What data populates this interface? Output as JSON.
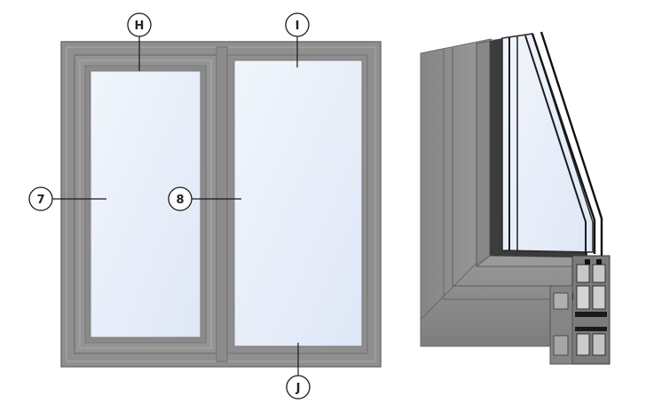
{
  "callouts": {
    "h": "H",
    "i": "I",
    "seven": "7",
    "eight": "8",
    "j": "J"
  },
  "colors": {
    "frame": "#8f8f8f",
    "frame_dark": "#6e6e6e",
    "frame_light": "#a9a9a9",
    "glass": "#e9f0fb",
    "leader": "#1a1a1a",
    "background": "#ffffff"
  }
}
